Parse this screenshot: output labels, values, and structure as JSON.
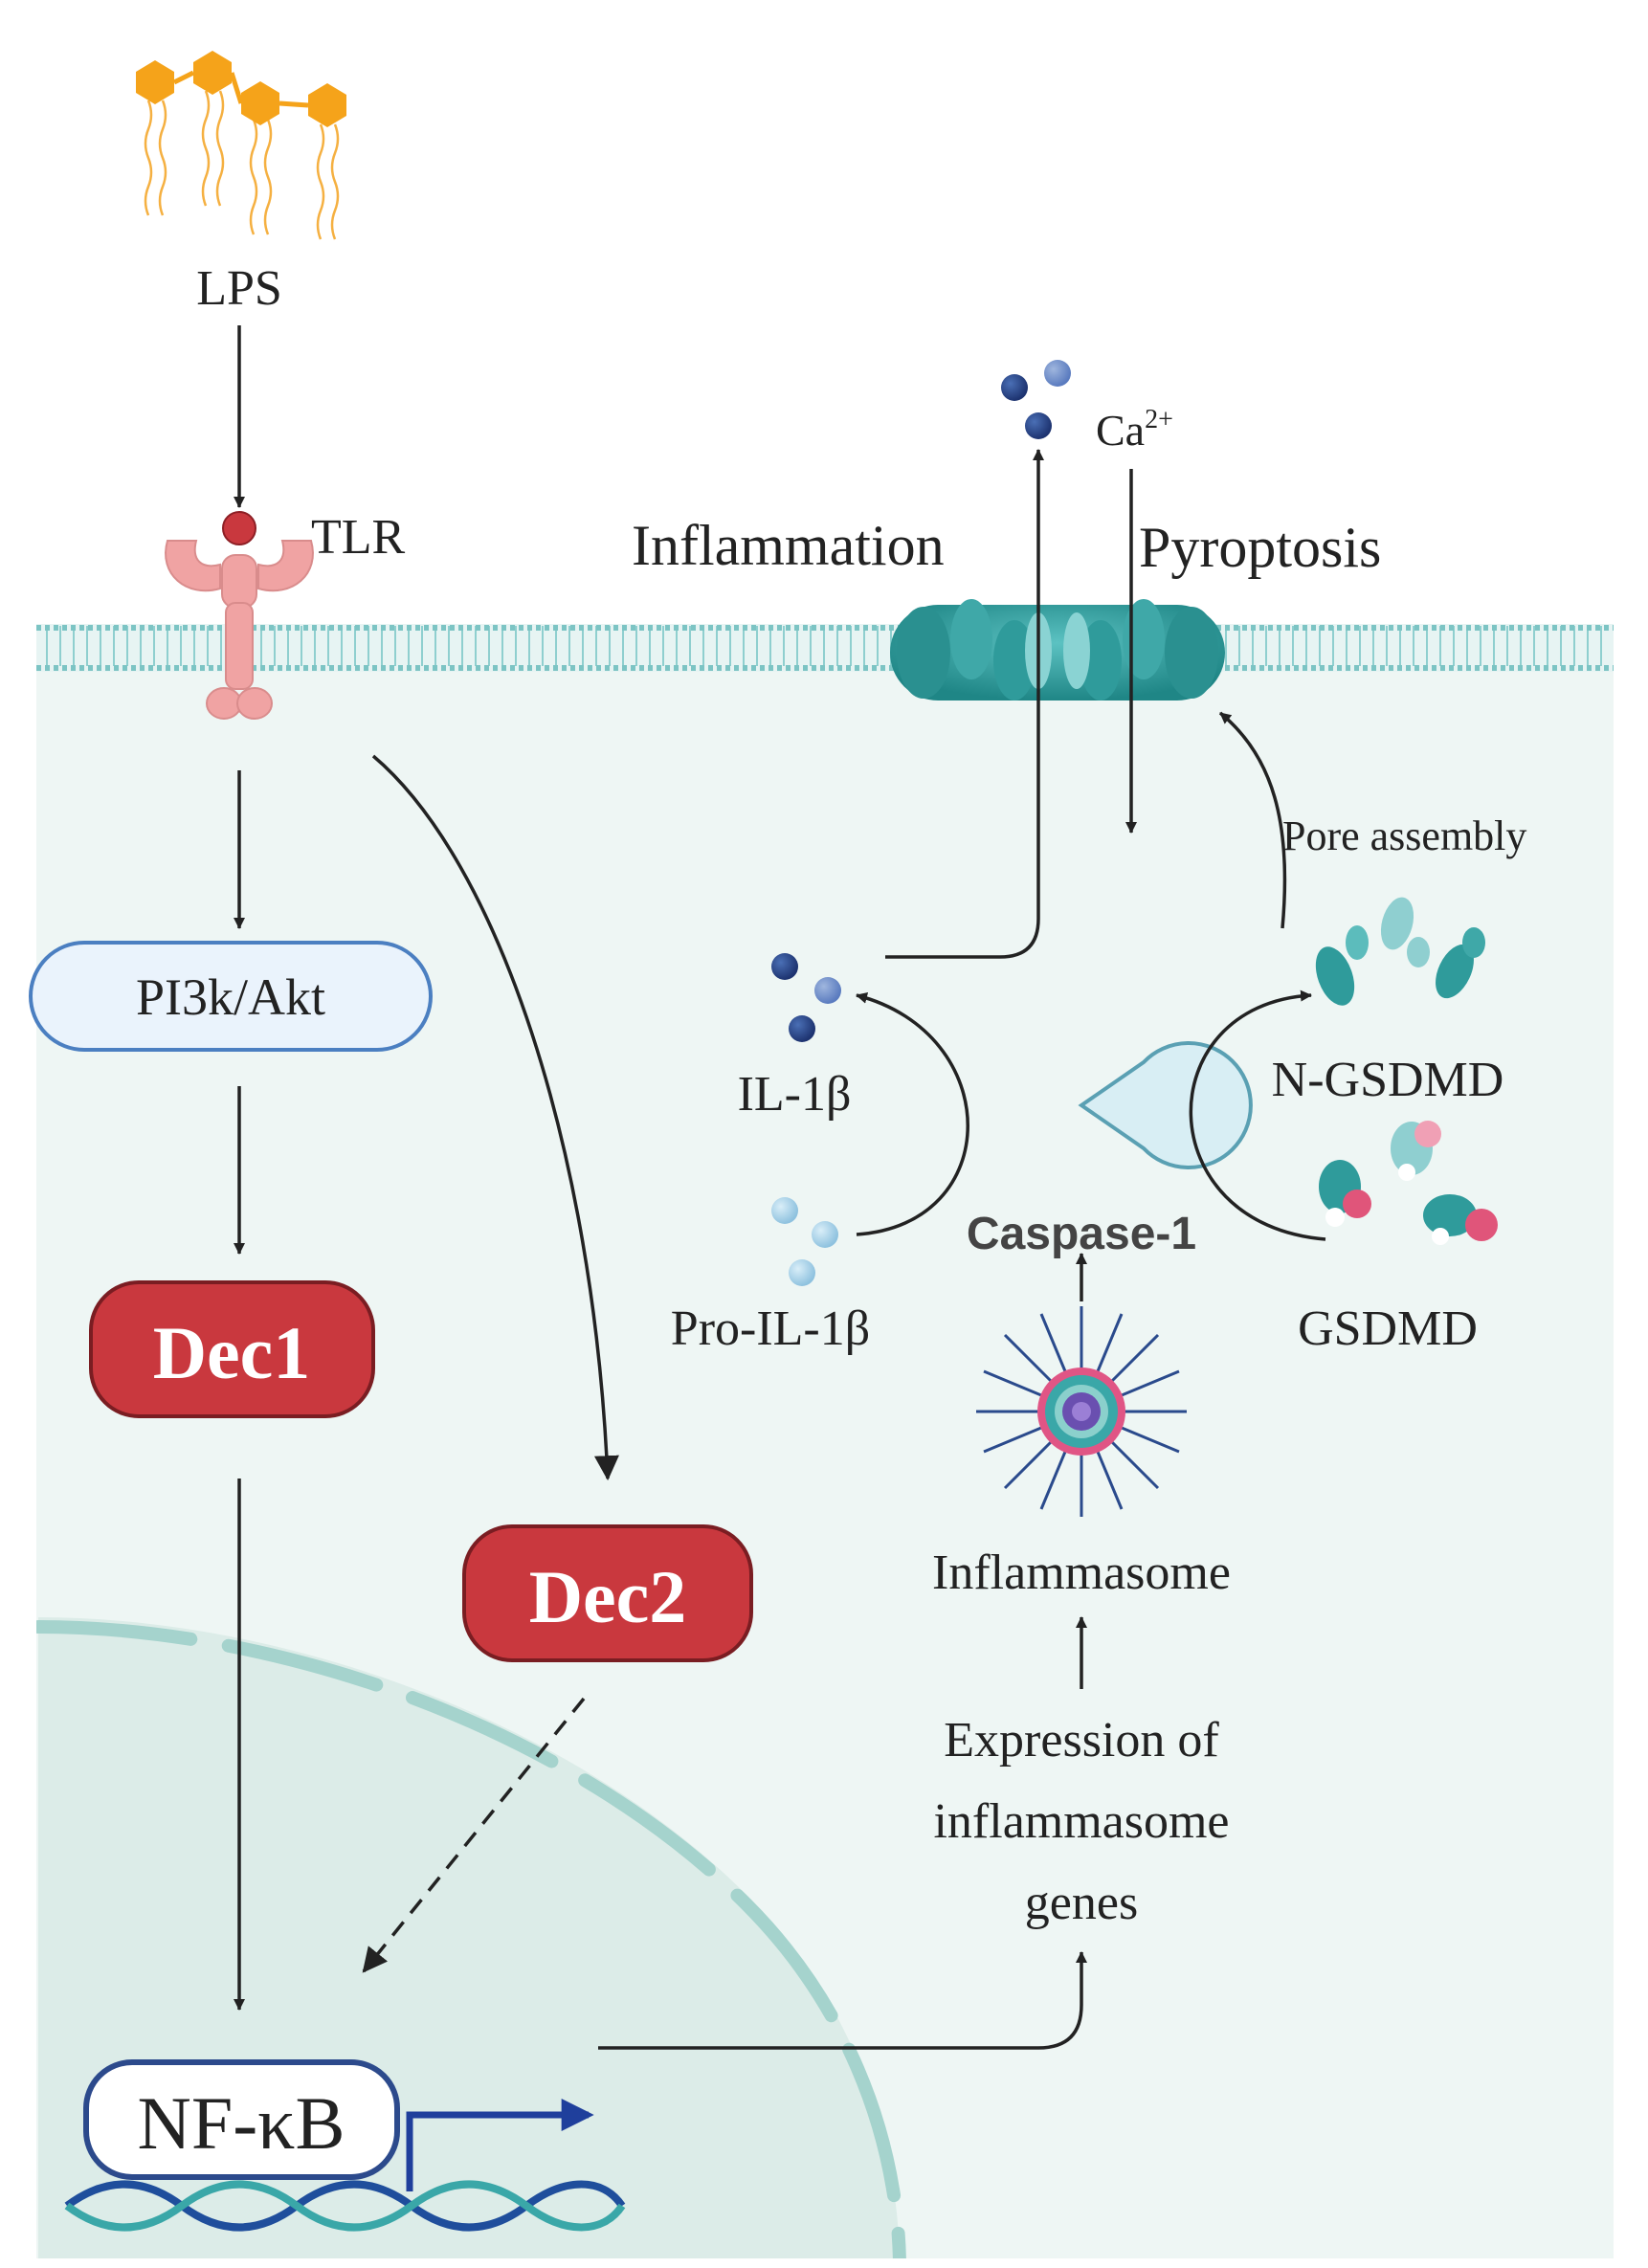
{
  "labels": {
    "lps": "LPS",
    "tlr": "TLR",
    "calcium": "Ca",
    "calcium_sup": "2+",
    "inflammation": "Inflammation",
    "pyroptosis": "Pyroptosis",
    "pore_assembly": "Pore assembly",
    "pi3k_akt": "PI3k/Akt",
    "dec1": "Dec1",
    "dec2": "Dec2",
    "il1b": "IL-1β",
    "pro_il1b": "Pro-IL-1β",
    "caspase1": "Caspase-1",
    "n_gsdmd": "N-GSDMD",
    "gsdmd": "GSDMD",
    "inflammasome": "Inflammasome",
    "expression_line1": "Expression of",
    "expression_line2": "inflammasome",
    "expression_line3": "genes",
    "nfkb": "NF-κB"
  },
  "colors": {
    "cytoplasm": "#eef6f4",
    "nucleus": "#dcece8",
    "membrane": "#7cc4c4",
    "dec_fill": "#c9383e",
    "pi3k_fill": "#eaf3fc",
    "pi3k_border": "#4b7fc1",
    "nfkb_border": "#2c4a8c",
    "lps_head": "#f5a31a",
    "tlr": "#f0a3a3",
    "il1b": "#2a4a8c",
    "pro_il1b": "#9fcbe3",
    "pore": "#2f9b9b",
    "gsdmd_teal": "#2f9b9b",
    "gsdmd_pink": "#e0557a",
    "dna_blue": "#1f4e9c",
    "dna_teal": "#3aa7a8",
    "promoter_arrow": "#1f3f9c"
  },
  "edges": [
    {
      "from": "LPS",
      "to": "TLR",
      "style": "solid"
    },
    {
      "from": "TLR",
      "to": "PI3k/Akt",
      "style": "solid"
    },
    {
      "from": "PI3k/Akt",
      "to": "Dec1",
      "style": "solid"
    },
    {
      "from": "Dec1",
      "to": "NF-κB",
      "style": "solid"
    },
    {
      "from": "TLR",
      "to": "Dec2",
      "style": "solid"
    },
    {
      "from": "Dec2",
      "to": "NF-κB",
      "style": "dashed"
    },
    {
      "from": "NF-κB",
      "to": "Expression of inflammasome genes",
      "style": "solid"
    },
    {
      "from": "Expression of inflammasome genes",
      "to": "Inflammasome",
      "style": "solid"
    },
    {
      "from": "Inflammasome",
      "to": "Caspase-1",
      "style": "solid"
    },
    {
      "from": "Pro-IL-1β",
      "to": "IL-1β",
      "style": "solid"
    },
    {
      "from": "GSDMD",
      "to": "N-GSDMD",
      "style": "solid"
    },
    {
      "from": "N-GSDMD",
      "to": "pore",
      "style": "solid"
    },
    {
      "from": "IL-1β",
      "to": "extracellular",
      "style": "solid"
    },
    {
      "from": "Ca2+",
      "to": "cytoplasm",
      "style": "solid"
    }
  ]
}
